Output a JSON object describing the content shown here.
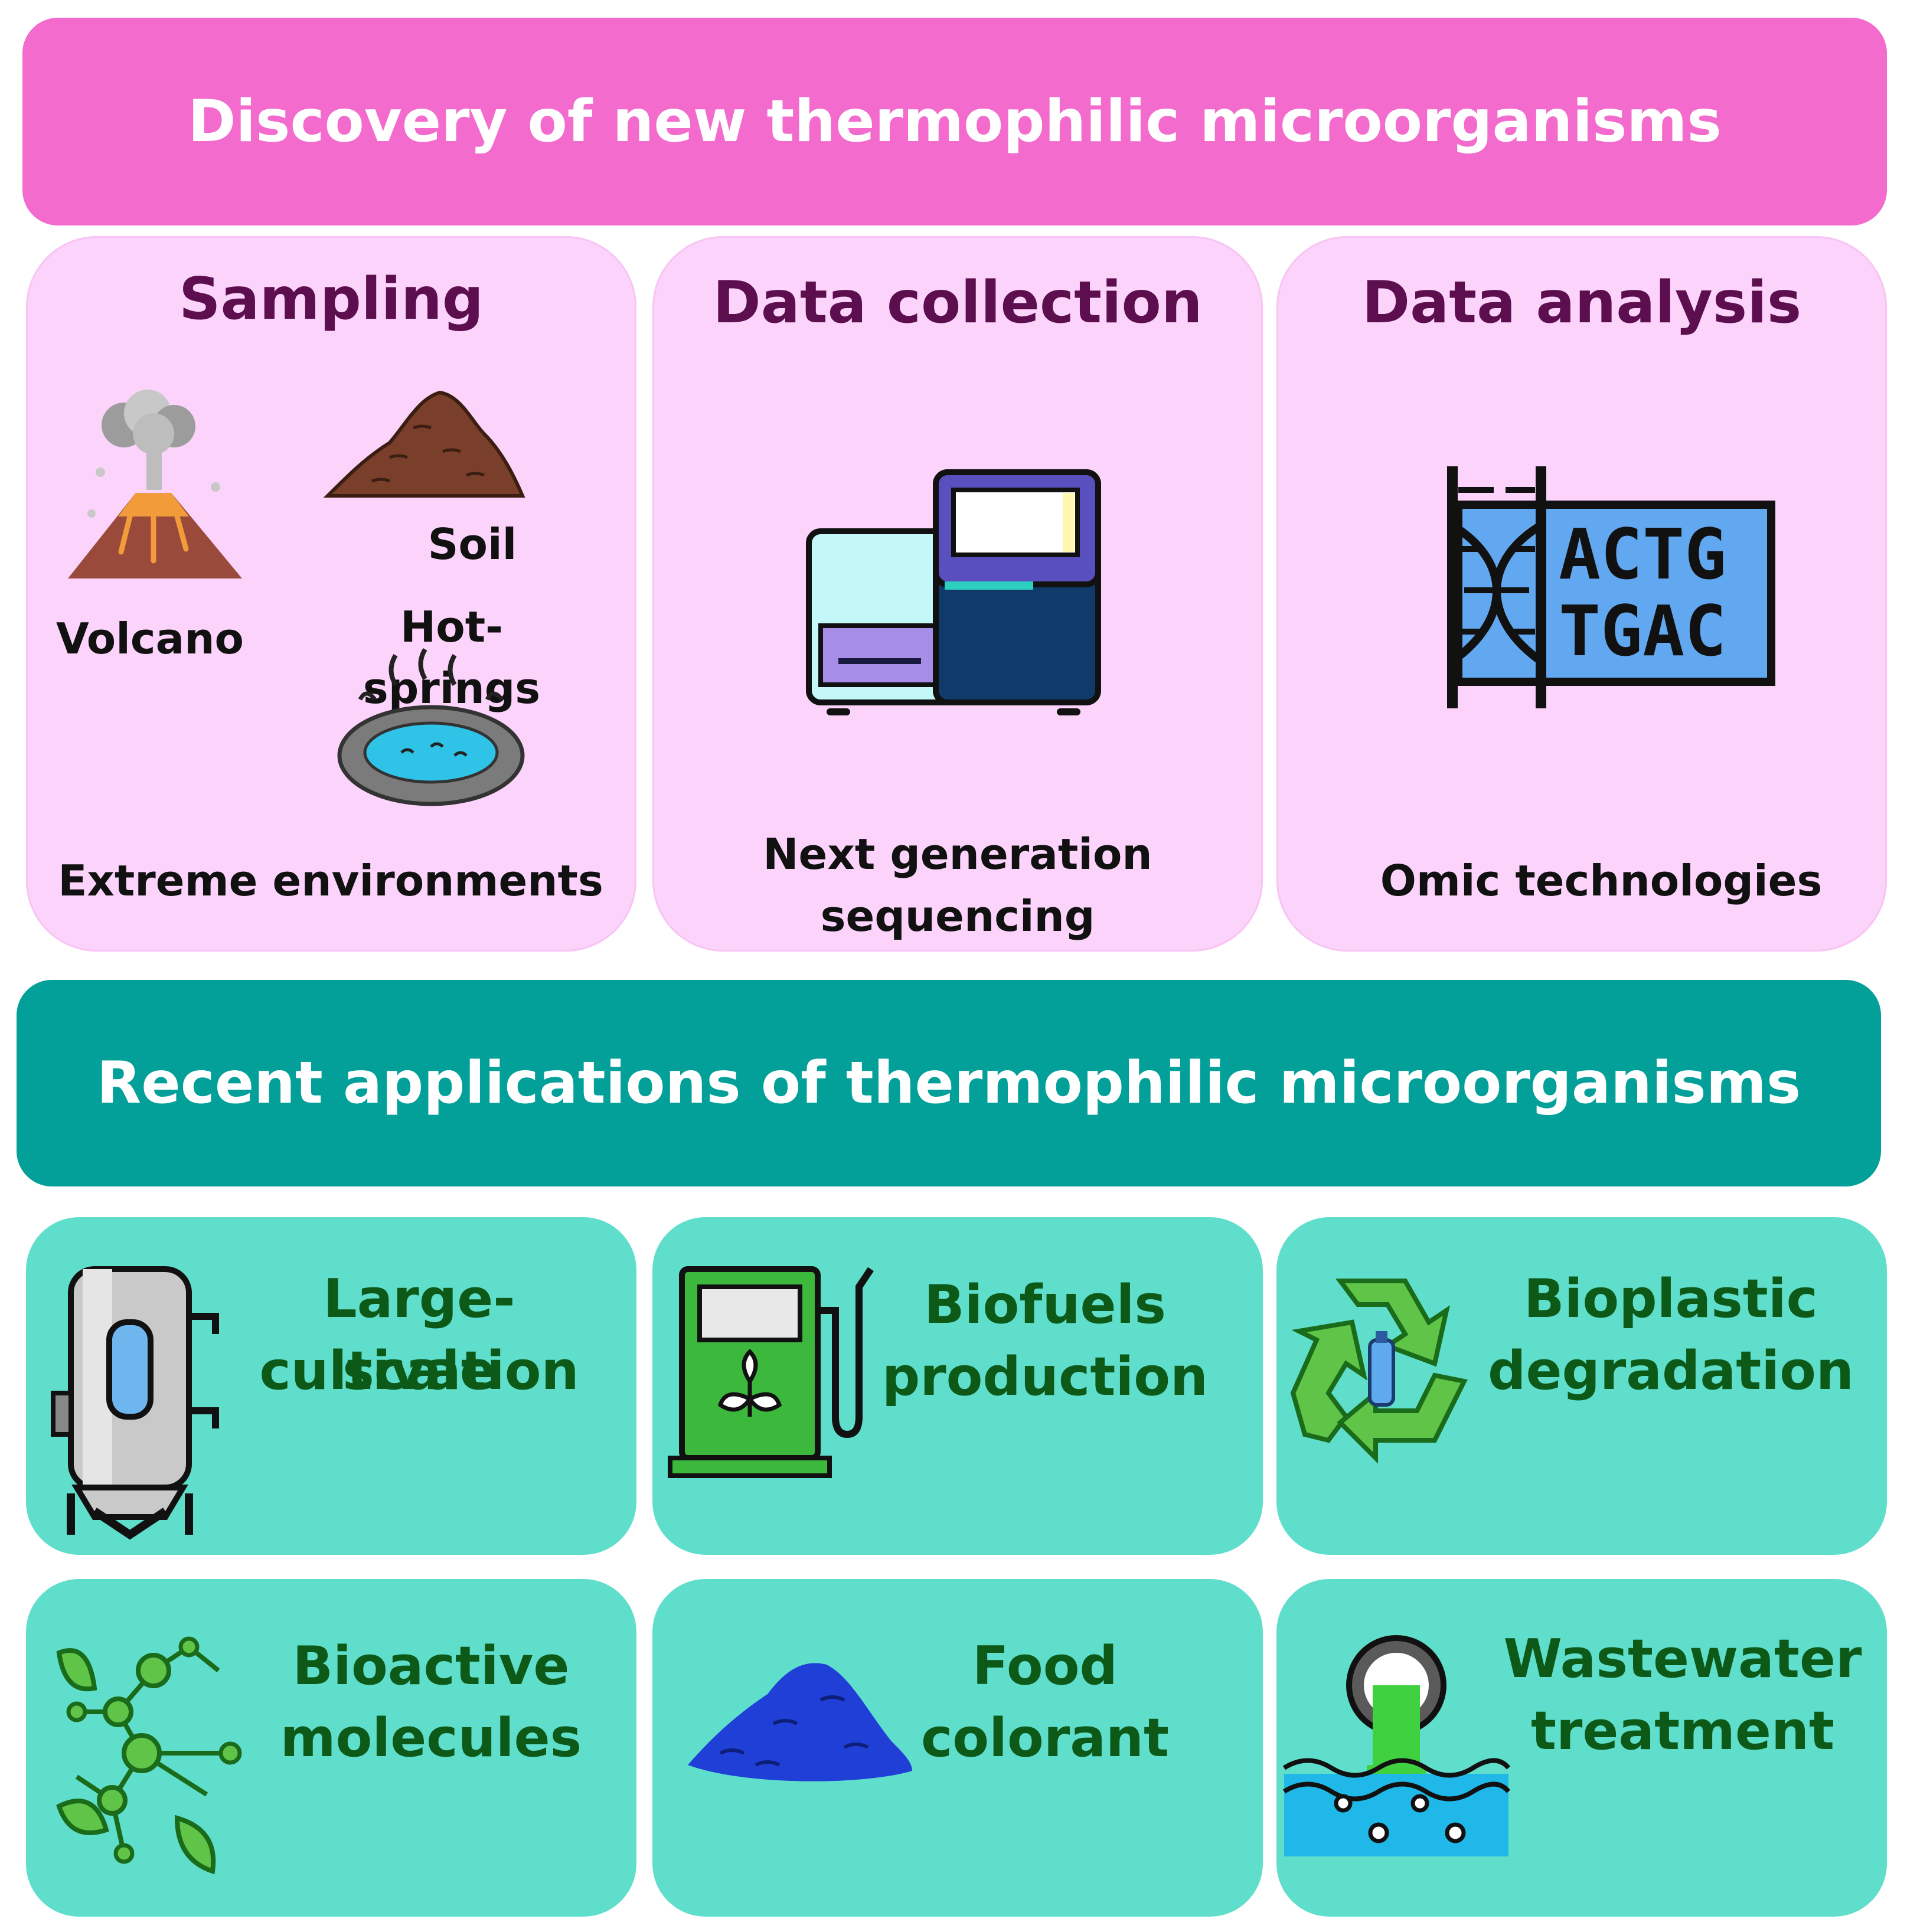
{
  "top_banner": "Discovery of new thermophilic microorganisms",
  "sampling": {
    "title": "Sampling",
    "soil": "Soil",
    "volcano": "Volcano",
    "hot_springs": "Hot-springs",
    "caption": "Extreme environments"
  },
  "data_collection": {
    "title": "Data collection",
    "caption_line1": "Next generation",
    "caption_line2": "sequencing"
  },
  "data_analysis": {
    "title": "Data analysis",
    "dna_line1": "ACTG",
    "dna_line2": "TGAC",
    "caption": "Omic technologies"
  },
  "middle_banner": "Recent applications of thermophilic microorganisms",
  "applications": {
    "large_scale": [
      "Large-scale",
      "cultivation"
    ],
    "biofuels": [
      "Biofuels",
      "production"
    ],
    "bioplastic": [
      "Bioplastic",
      "degradation"
    ],
    "bioactive": [
      "Bioactive",
      "molecules"
    ],
    "food": [
      "Food",
      "colorant"
    ],
    "wastewater": [
      "Wastewater",
      "treatment"
    ]
  },
  "colors": {
    "top_banner": "#f26bcd",
    "card_pink": "#fcd4fb",
    "title_purple": "#5c0e4f",
    "middle_banner": "#03a09a",
    "app_card": "#5fdecc",
    "app_text": "#0d5a18"
  },
  "icons": [
    "volcano-icon",
    "soil-icon",
    "hot-spring-icon",
    "sequencer-icon",
    "dna-icon",
    "bioreactor-icon",
    "fuel-pump-icon",
    "recycle-icon",
    "molecule-network-icon",
    "pigment-powder-icon",
    "wastewater-pipe-icon"
  ]
}
